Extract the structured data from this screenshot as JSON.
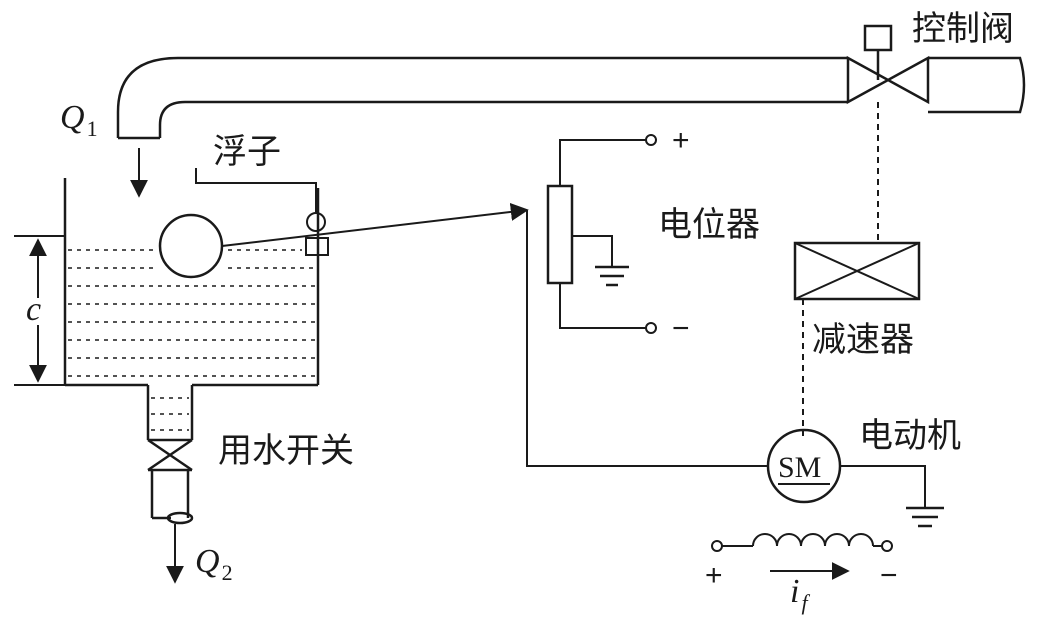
{
  "labels": {
    "control_valve": "控制阀",
    "float": "浮子",
    "potentiometer": "电位器",
    "reducer": "减速器",
    "motor": "电动机",
    "water_switch": "用水开关",
    "motor_symbol": "SM",
    "pot_plus": "+",
    "pot_minus": "−",
    "field_plus": "+",
    "field_minus": "−"
  },
  "variables": {
    "inflow": {
      "base": "Q",
      "sub": "1"
    },
    "outflow": {
      "base": "Q",
      "sub": "2"
    },
    "level": "c",
    "field_current": {
      "base": "i",
      "sub": "f"
    }
  }
}
